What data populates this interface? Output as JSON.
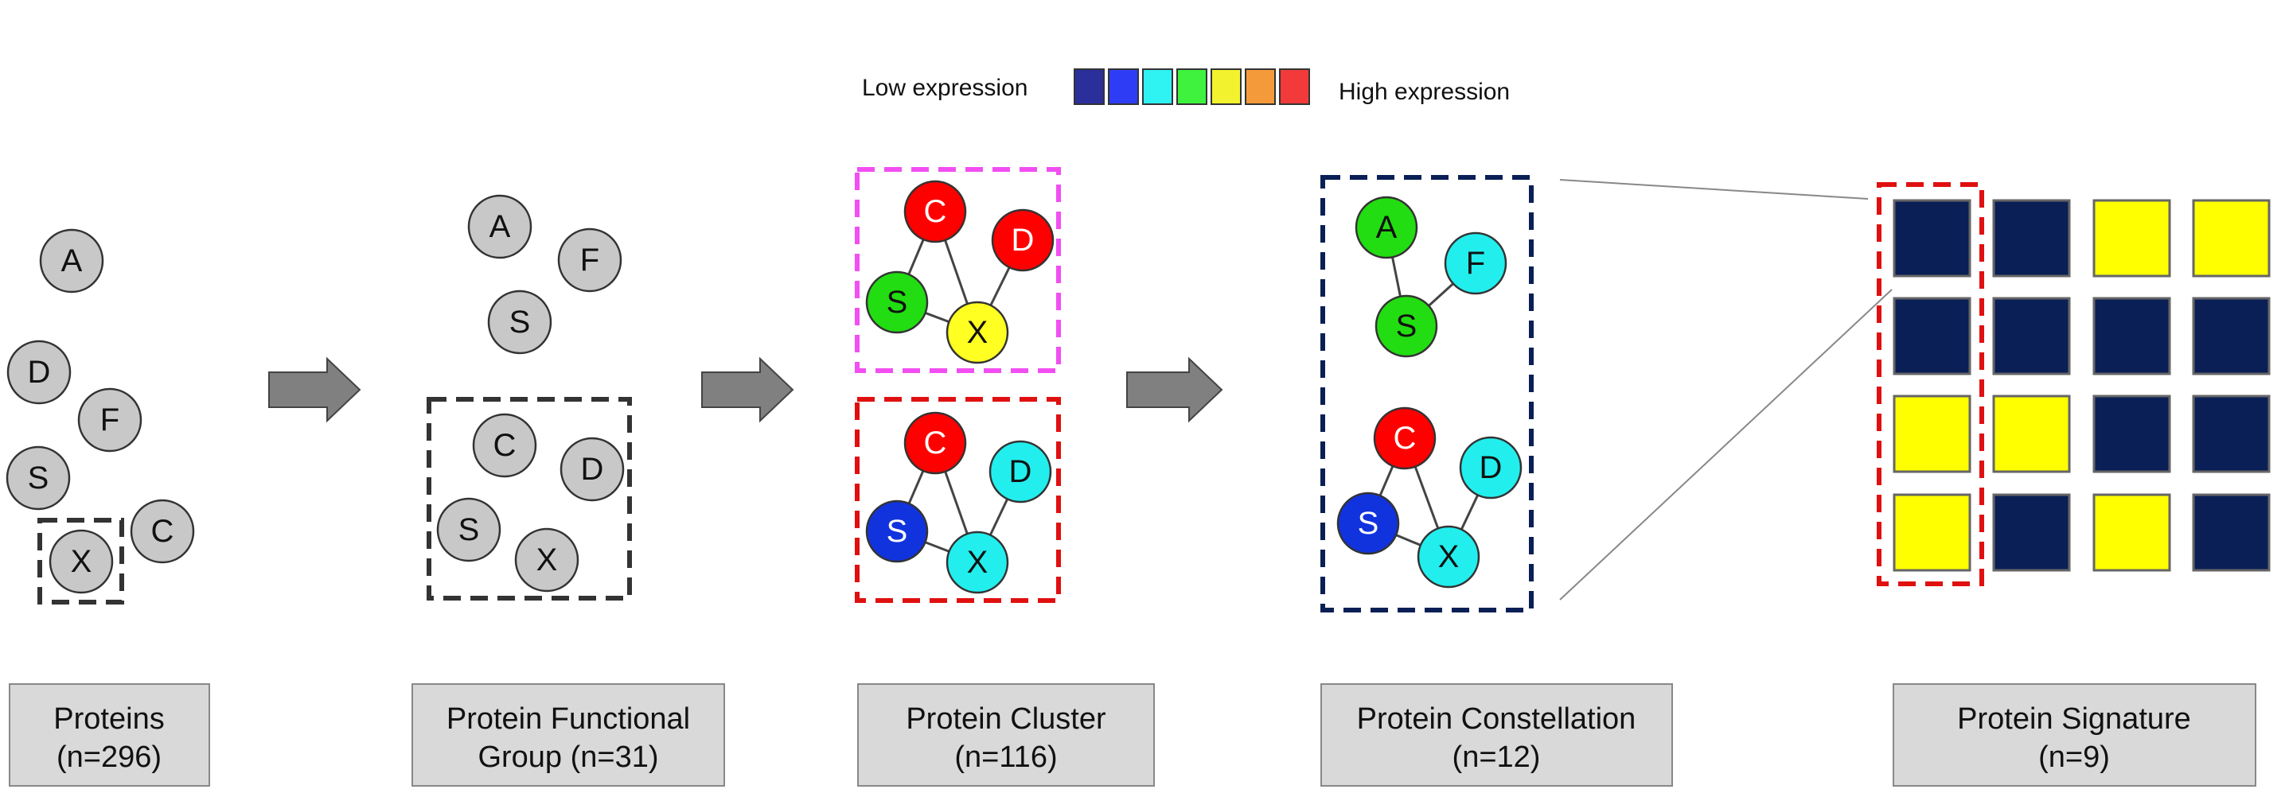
{
  "legend": {
    "low_label": "Low expression",
    "high_label": "High expression",
    "colors": [
      "#2b2f9c",
      "#2e3df5",
      "#2ff2f2",
      "#3ef23e",
      "#f2f22e",
      "#f59a3a",
      "#f23a3a"
    ]
  },
  "stages": [
    {
      "line1": "Proteins",
      "line2": "(n=296)"
    },
    {
      "line1": "Protein Functional",
      "line2": "Group  (n=31)"
    },
    {
      "line1": "Protein Cluster",
      "line2": "(n=116)"
    },
    {
      "line1": "Protein Constellation",
      "line2": "(n=12)"
    },
    {
      "line1": "Protein Signature",
      "line2": "(n=9)"
    }
  ],
  "proteins": {
    "stage1": [
      "A",
      "D",
      "F",
      "S",
      "C",
      "X"
    ],
    "stage2_loose": [
      "A",
      "F",
      "S"
    ],
    "stage2_group": [
      "C",
      "D",
      "S",
      "X"
    ],
    "cluster_top": [
      "C",
      "D",
      "S",
      "X"
    ],
    "cluster_bottom": [
      "C",
      "D",
      "S",
      "X"
    ],
    "constellation_top": [
      "A",
      "F",
      "S"
    ],
    "constellation_bottom": [
      "C",
      "D",
      "S",
      "X"
    ]
  },
  "node_colors": {
    "grey": "#c8c8c8",
    "red": "#ff0000",
    "green": "#22dd11",
    "yellow": "#ffff22",
    "cyan": "#22eeee",
    "blue": "#1133dd"
  },
  "signature_grid": [
    [
      "navy",
      "navy",
      "yellow",
      "yellow"
    ],
    [
      "navy",
      "navy",
      "navy",
      "navy"
    ],
    [
      "yellow",
      "yellow",
      "navy",
      "navy"
    ],
    [
      "yellow",
      "navy",
      "yellow",
      "navy"
    ]
  ],
  "signature_colors": {
    "navy": "#0a1f55",
    "yellow": "#ffff00"
  },
  "box_colors": {
    "dark_dash": "#333333",
    "magenta_dash": "#f24ef2",
    "red_dash": "#e01010",
    "navy_dash": "#0a1f55",
    "label_fill": "#d9d9d9",
    "arrow_fill": "#808080"
  }
}
